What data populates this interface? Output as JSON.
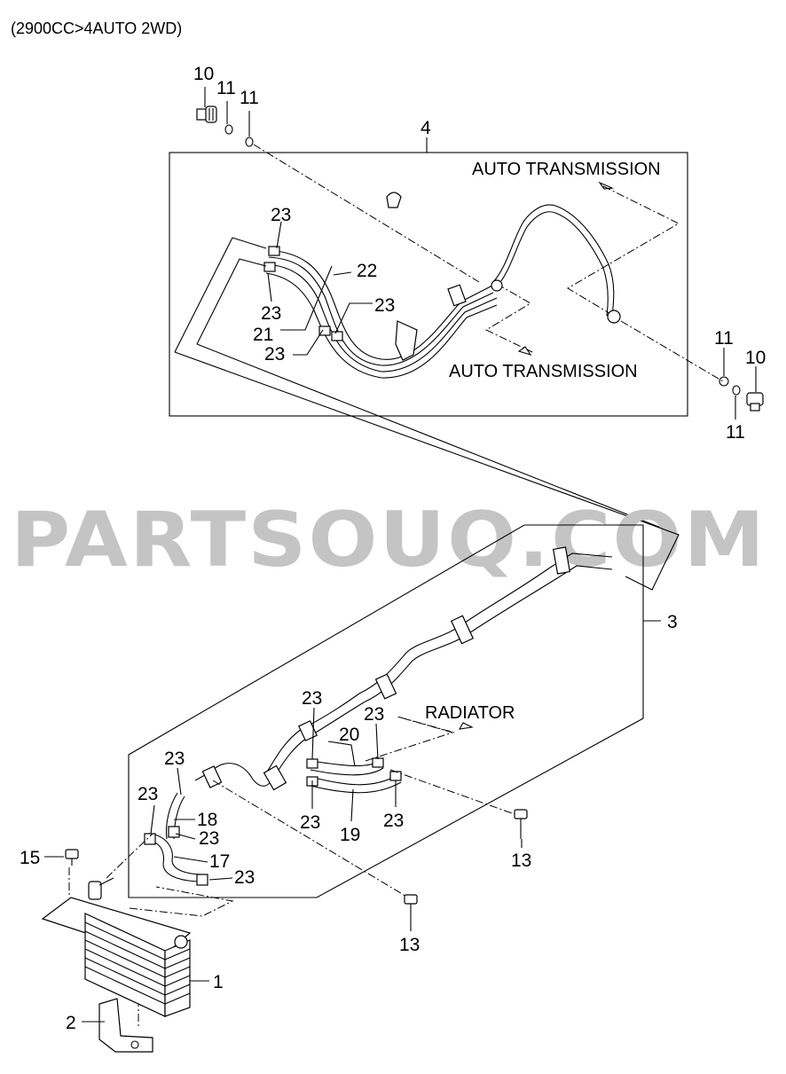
{
  "header": {
    "title": "(2900CC>4AUTO 2WD)"
  },
  "watermark": "PARTSOUQ.COM",
  "directions": {
    "auto_transmission_upper": "AUTO TRANSMISSION",
    "auto_transmission_lower": "AUTO TRANSMISSION",
    "radiator": "RADIATOR"
  },
  "callouts": {
    "c10a": "10",
    "c11a": "11",
    "c11b": "11",
    "c4": "4",
    "c23a": "23",
    "c22": "22",
    "c23b": "23",
    "c23c": "23",
    "c21": "21",
    "c23d": "23",
    "c11c": "11",
    "c10b": "10",
    "c11d": "11",
    "c3": "3",
    "c23e": "23",
    "c23f": "23",
    "c20": "20",
    "c23g": "23",
    "c23h": "23",
    "c18": "18",
    "c23i": "23",
    "c23j": "23",
    "c19": "19",
    "c23k": "23",
    "c17": "17",
    "c23l": "23",
    "c15": "15",
    "c13a": "13",
    "c13b": "13",
    "c1": "1",
    "c2": "2"
  },
  "colors": {
    "line": "#000000",
    "watermark": "#c4c4c4",
    "background": "#ffffff"
  }
}
